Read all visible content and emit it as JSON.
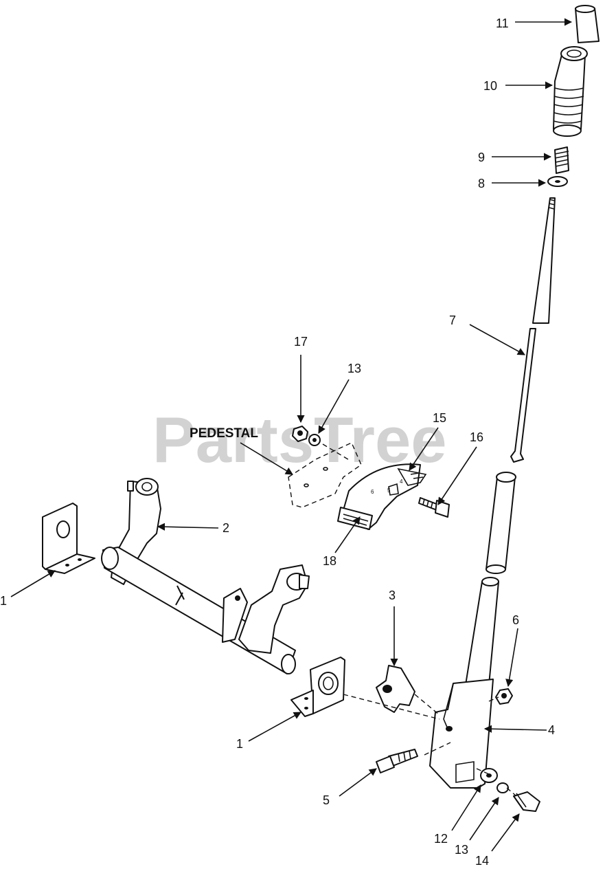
{
  "watermark": "PartsTree",
  "pedestal_label": "PEDESTAL",
  "callouts": {
    "c1a": "1",
    "c1b": "1",
    "c2": "2",
    "c3": "3",
    "c4": "4",
    "c5": "5",
    "c6": "6",
    "c7": "7",
    "c8": "8",
    "c9": "9",
    "c10": "10",
    "c11": "11",
    "c12": "12",
    "c13a": "13",
    "c13b": "13",
    "c14": "14",
    "c15": "15",
    "c16": "16",
    "c17": "17",
    "c18": "18"
  },
  "colors": {
    "ink": "#111111",
    "watermark": "#d2d2d2",
    "background": "#ffffff"
  }
}
